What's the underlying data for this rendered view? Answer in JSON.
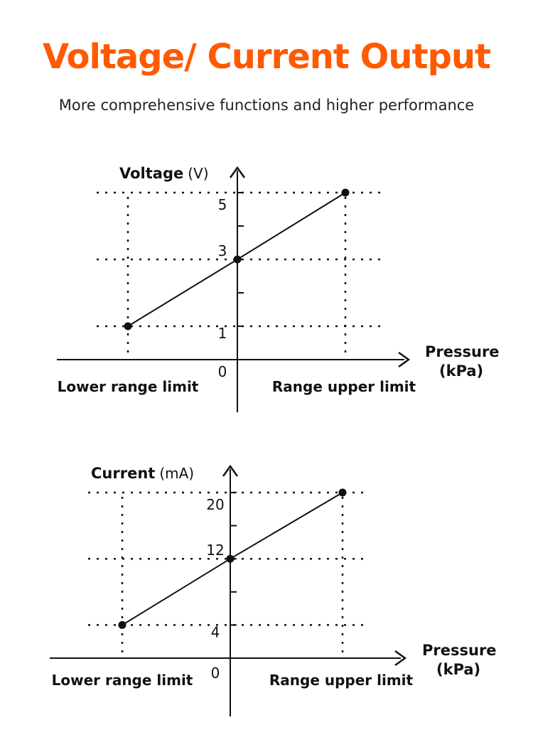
{
  "header": {
    "title": "Voltage/ Current Output",
    "subtitle": "More comprehensive functions and higher performance",
    "title_color": "#ff5a00"
  },
  "chart_data": [
    {
      "type": "line",
      "y_axis_name": "Voltage",
      "y_axis_unit": "(V)",
      "x_axis_name": "Pressure",
      "x_axis_unit": "(kPa)",
      "origin_label": "0",
      "x_labels": {
        "lower": "Lower range limit",
        "upper": "Range upper limit"
      },
      "y_ticks": [
        1,
        2,
        3,
        4,
        5
      ],
      "y_tick_labels": [
        "1",
        "3",
        "5"
      ],
      "points": [
        {
          "x": "Lower range limit",
          "y": 1
        },
        {
          "x": "0",
          "y": 3
        },
        {
          "x": "Range upper limit",
          "y": 5
        }
      ],
      "ylim": [
        0,
        5
      ]
    },
    {
      "type": "line",
      "y_axis_name": "Current",
      "y_axis_unit": "(mA)",
      "x_axis_name": "Pressure",
      "x_axis_unit": "(kPa)",
      "origin_label": "0",
      "x_labels": {
        "lower": "Lower range limit",
        "upper": "Range upper limit"
      },
      "y_ticks": [
        4,
        8,
        12,
        16,
        20
      ],
      "y_tick_labels": [
        "4",
        "12",
        "20"
      ],
      "points": [
        {
          "x": "Lower range limit",
          "y": 4
        },
        {
          "x": "0",
          "y": 12
        },
        {
          "x": "Range upper limit",
          "y": 20
        }
      ],
      "ylim": [
        0,
        20
      ]
    }
  ]
}
